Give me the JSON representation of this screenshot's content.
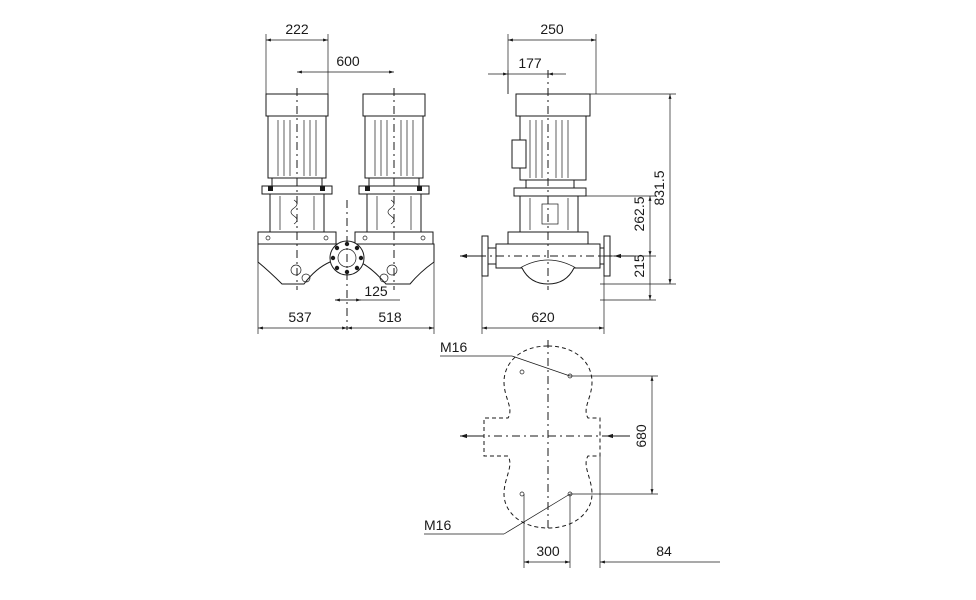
{
  "dimensions": {
    "top_width_222": "222",
    "pump_spacing_600": "600",
    "side_width_250": "250",
    "side_offset_177": "177",
    "height_831_5": "831.5",
    "height_262_5": "262.5",
    "height_215": "215",
    "flange_125": "125",
    "left_537": "537",
    "right_518": "518",
    "length_620": "620",
    "plan_680": "680",
    "plan_300": "300",
    "plan_84": "84"
  },
  "callouts": {
    "bolt_top": "M16",
    "bolt_bottom": "M16"
  }
}
